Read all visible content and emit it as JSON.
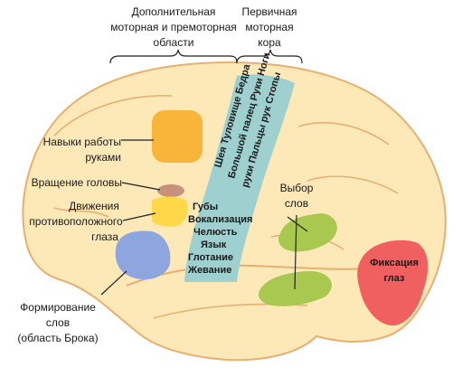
{
  "header_left": {
    "line1": "Дополнительная",
    "line2": "моторная и премоторная",
    "line3": "области"
  },
  "header_right": {
    "line1": "Первичная",
    "line2": "моторная",
    "line3": "кора"
  },
  "left_labels": {
    "hand_skills_1": "Навыки работы",
    "hand_skills_2": "руками",
    "head_turn": "Вращение головы",
    "eye_move_1": "Движения",
    "eye_move_2": "противоположного",
    "eye_move_3": "глаза",
    "broca_1": "Формирование",
    "broca_2": "слов",
    "broca_3": "(область Брока)"
  },
  "right_labels": {
    "word_choice_1": "Выбор",
    "word_choice_2": "слов",
    "gaze_fix_1": "Фиксация",
    "gaze_fix_2": "глаз"
  },
  "strip_labels": {
    "col1": "Шея Туловище Бедра",
    "col2": "Большой палец Руки Ноги",
    "col3": "руки Пальцы рук Стопы",
    "lips": "Губы",
    "vocal": "Вокализация",
    "jaw": "Челюсть",
    "tongue": "Язык",
    "swallow": "Глотание",
    "chew": "Жевание"
  },
  "colors": {
    "brain": "#fde8b8",
    "brain_outline": "#e8b070",
    "strip": "#9fd0d0",
    "orange_area": "#f7b63a",
    "yellow_area": "#ffd84a",
    "blue_area": "#8ea6e0",
    "brown_area": "#c9907a",
    "green_area": "#a8c850",
    "red_area": "#f06060"
  }
}
